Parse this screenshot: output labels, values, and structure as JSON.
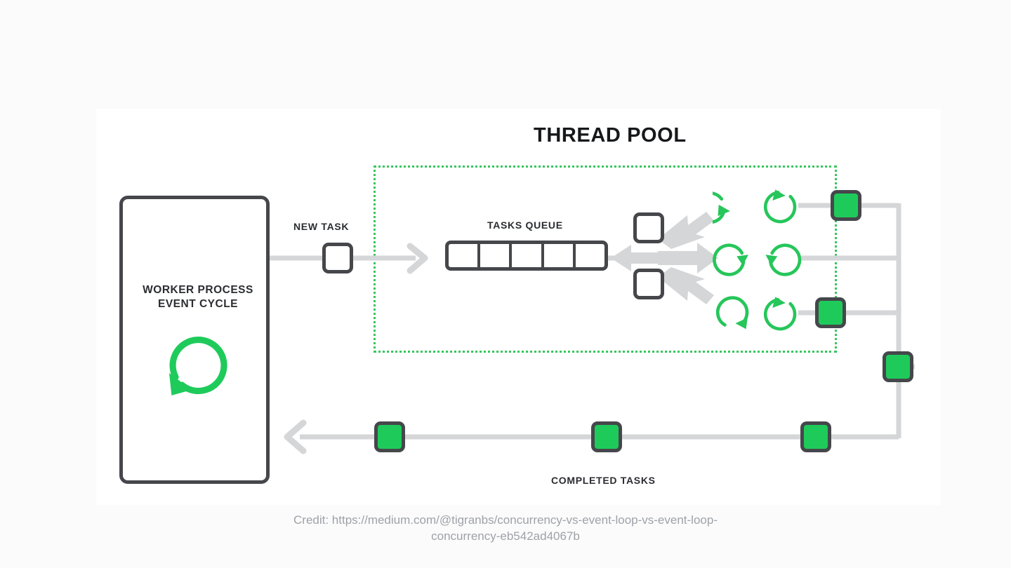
{
  "page": {
    "background": "#fbfbfb",
    "panel_background": "#ffffff",
    "accent_green": "#1ecb5a",
    "boundary_green": "#35c65c",
    "dark_outline": "#45474b",
    "connector_gray": "#d4d6d8"
  },
  "diagram": {
    "title": "THREAD POOL",
    "worker_process_label": "WORKER PROCESS\nEVENT CYCLE",
    "new_task_label": "NEW TASK",
    "tasks_queue_label": "TASKS QUEUE",
    "completed_tasks_label": "COMPLETED TASKS",
    "queue_cells": [
      "",
      "",
      "",
      "",
      ""
    ],
    "icons": {
      "worker_event_cycle": "circular-arrow-icon",
      "thread_ccw": "thread-spinner-ccw-icon",
      "thread_cw": "thread-spinner-cw-icon",
      "new_task": "task-square-icon",
      "dispatch_task": "task-square-icon",
      "completed_task": "completed-task-square-icon",
      "flow_arrow_right": "arrow-right-icon",
      "flow_arrow_left": "arrow-left-icon",
      "dispatch_arrow": "arrow-branch-icon"
    },
    "thread_rows": [
      {
        "name": "thread-row-1",
        "left_spinner": "thread-spinner-ccw-icon",
        "right_spinner": "thread-spinner-cw-icon",
        "has_completed_task": true
      },
      {
        "name": "thread-row-2",
        "left_spinner": "thread-spinner-cw-icon",
        "right_spinner": "thread-spinner-ccw-icon",
        "has_completed_task": false
      },
      {
        "name": "thread-row-3",
        "left_spinner": "thread-spinner-ccw-icon",
        "right_spinner": "thread-spinner-cw-icon",
        "has_completed_task": true
      }
    ],
    "completed_tasks_on_return_line": 3,
    "dispatch_task_squares": 2,
    "new_task_squares": 1
  },
  "credit": {
    "text": "Credit: https://medium.com/@tigranbs/concurrency-vs-event-loop-vs-event-loop-\nconcurrency-eb542ad4067b"
  }
}
